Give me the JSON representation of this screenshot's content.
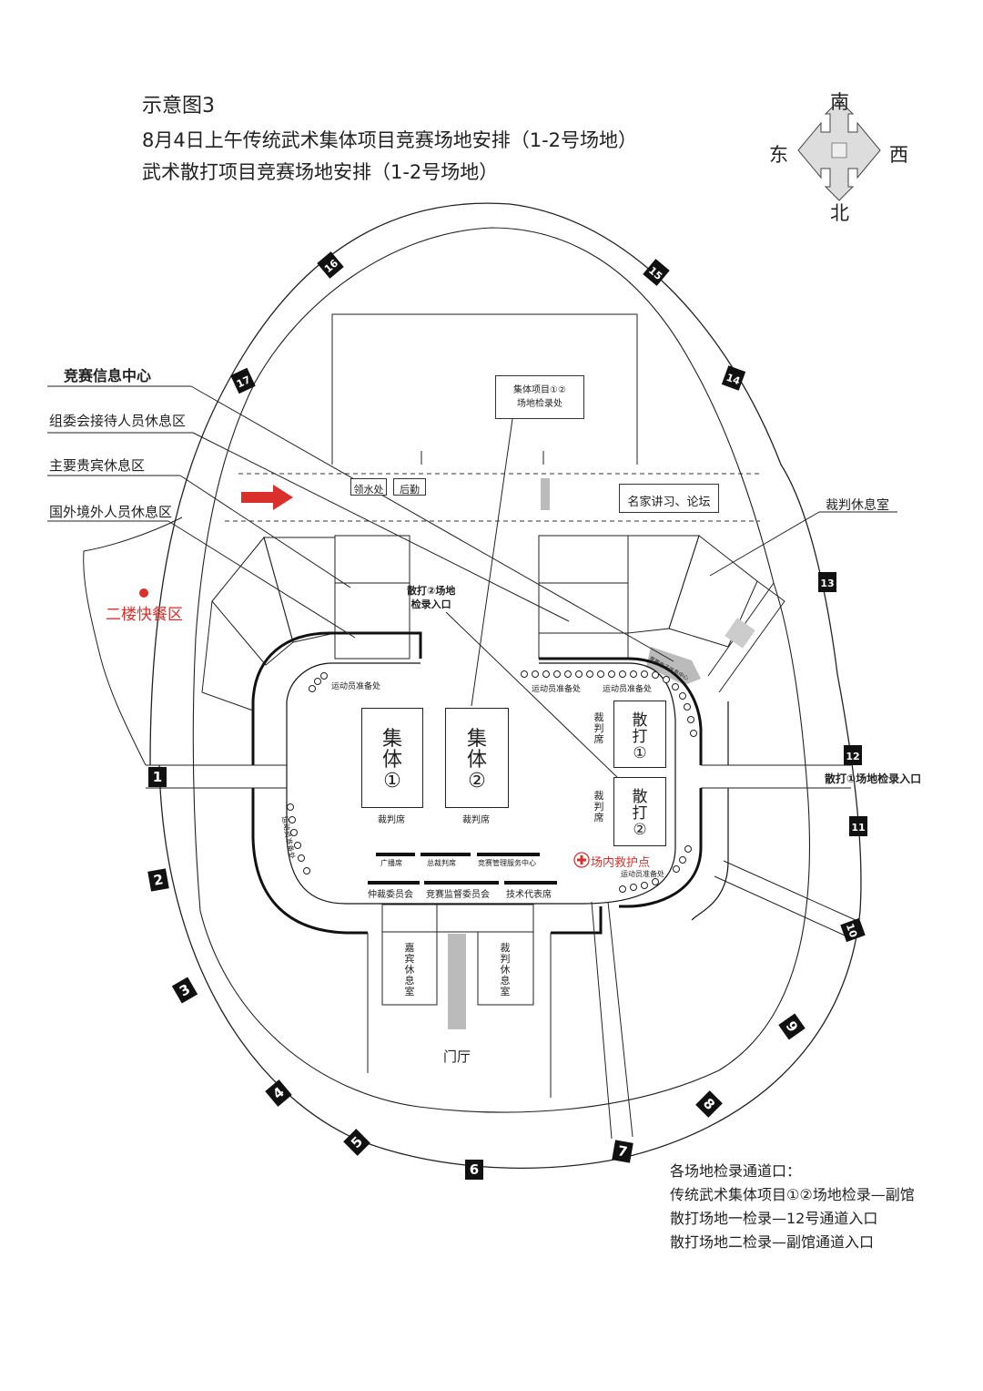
{
  "header": {
    "fig_title": "示意图3",
    "line1": "8月4日上午传统武术集体项目竞赛场地安排（1-2号场地）",
    "line2": "武术散打项目竞赛场地安排（1-2号场地）"
  },
  "compass": {
    "south": "南",
    "east": "东",
    "west": "西",
    "north": "北"
  },
  "left_labels": {
    "info_center": "竞赛信息中心",
    "committee_rest": "组委会接待人员休息区",
    "vip_rest": "主要贵宾休息区",
    "foreign_rest": "国外境外人员休息区",
    "snack": "二楼快餐区"
  },
  "top_area": {
    "group_checkin": "集体项目①②\n场地检录处",
    "water": "领水处",
    "logistics": "后勤",
    "forum": "名家讲习、论坛"
  },
  "sanda2_entry": "散打②场地\n检录入口",
  "referee_rest_label": "裁判休息室",
  "electronic_info": "竞赛电子信息中心",
  "athlete_prep": "运动员准备处",
  "courts": {
    "group1": {
      "l1": "集",
      "l2": "体",
      "num": "①"
    },
    "group2": {
      "l1": "集",
      "l2": "体",
      "num": "②"
    },
    "sanda1": {
      "l1": "散",
      "l2": "打",
      "num": "①"
    },
    "sanda2": {
      "l1": "散",
      "l2": "打",
      "num": "②"
    }
  },
  "referee_seat": "裁判席",
  "referee_seat_v": "裁判席",
  "tables": {
    "broadcast": "广播席",
    "chief_ref": "总裁判席",
    "mgmt": "竞赛管理服务中心",
    "arbitration": "仲裁委员会",
    "supervision": "竞赛监督委员会",
    "tech_rep": "技术代表席"
  },
  "first_aid": "场内救护点",
  "guest_room": "嘉宾休息室",
  "ref_room": "裁判休息室",
  "lobby": "门厅",
  "sanda1_entry": "散打①场地检录入口",
  "channels": [
    "1",
    "2",
    "3",
    "4",
    "5",
    "6",
    "7",
    "8",
    "9",
    "10",
    "11",
    "12",
    "13",
    "14",
    "15",
    "16",
    "17"
  ],
  "notes": {
    "title": "各场地检录通道口：",
    "n1": "传统武术集体项目①②场地检录—副馆",
    "n2": "散打场地一检录—12号通道入口",
    "n3": "散打场地二检录—副馆通道入口"
  },
  "colors": {
    "accent": "#d9302c",
    "line": "#222222",
    "gray": "#bbbbbb"
  }
}
